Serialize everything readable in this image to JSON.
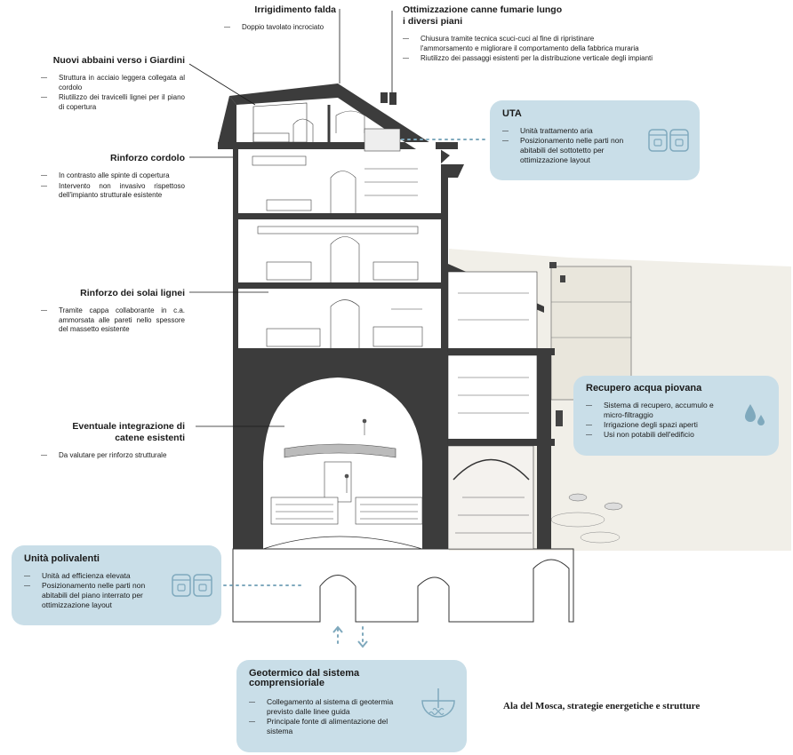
{
  "annotations": {
    "falda": {
      "title": "Irrigidimento falda",
      "items": [
        "Doppio tavolato incrociato"
      ]
    },
    "canne": {
      "title": "Ottimizzazione canne fumarie lungo i diversi piani",
      "items": [
        "Chiusura tramite tecnica scuci-cuci al fine di ripristinare l'ammorsamento e migliorare il comportamento della fabbrica muraria",
        "Riutilizzo dei passaggi esistenti per la distribuzione verticale degli impianti"
      ]
    },
    "abbaini": {
      "title": "Nuovi abbaini verso i Giardini",
      "items": [
        "Struttura in acciaio leggera collegata al cordolo",
        "Riutilizzo dei travicelli lignei per il piano di copertura"
      ]
    },
    "cordolo": {
      "title": "Rinforzo cordolo",
      "items": [
        "In contrasto alle spinte di copertura",
        "Intervento non invasivo rispettoso dell'impianto strutturale esistente"
      ]
    },
    "solai": {
      "title": "Rinforzo dei solai lignei",
      "items": [
        "Tramite cappa collaborante in c.a. ammorsata alle pareti nello spessore del massetto esistente"
      ]
    },
    "catene": {
      "title": "Eventuale integrazione di catene esistenti",
      "items": [
        "Da valutare per rinforzo strutturale"
      ]
    }
  },
  "boxes": {
    "uta": {
      "title": "UTA",
      "items": [
        "Unità trattamento aria",
        "Posizionamento nelle parti non abitabili del sottotetto per ottimizzazione layout"
      ],
      "icon": "air-handling-unit-icon"
    },
    "acqua": {
      "title": "Recupero acqua piovana",
      "items": [
        "Sistema di recupero, accumulo e micro-filtraggio",
        "Irrigazione degli spazi aperti",
        "Usi non potabili dell'edificio"
      ],
      "icon": "water-drops-icon"
    },
    "unita": {
      "title": "Unità polivalenti",
      "items": [
        "Unità ad efficienza elevata",
        "Posizionamento nelle parti non abitabili del piano interrato per ottimizzazione layout"
      ],
      "icon": "air-handling-unit-icon"
    },
    "geo": {
      "title": "Geotermico dal sistema comprensioriale",
      "items": [
        "Collegamento al sistema di geotermia previsto dalle linee guida",
        "Principale fonte di alimentazione del sistema"
      ],
      "icon": "geothermal-icon"
    }
  },
  "caption": "Ala del Mosca, strategie energetiche e strutture",
  "colors": {
    "box": "#c9dee8",
    "wall": "#3c3c3c",
    "dots": "#7fa9bd",
    "sky": "#f1efe8"
  }
}
